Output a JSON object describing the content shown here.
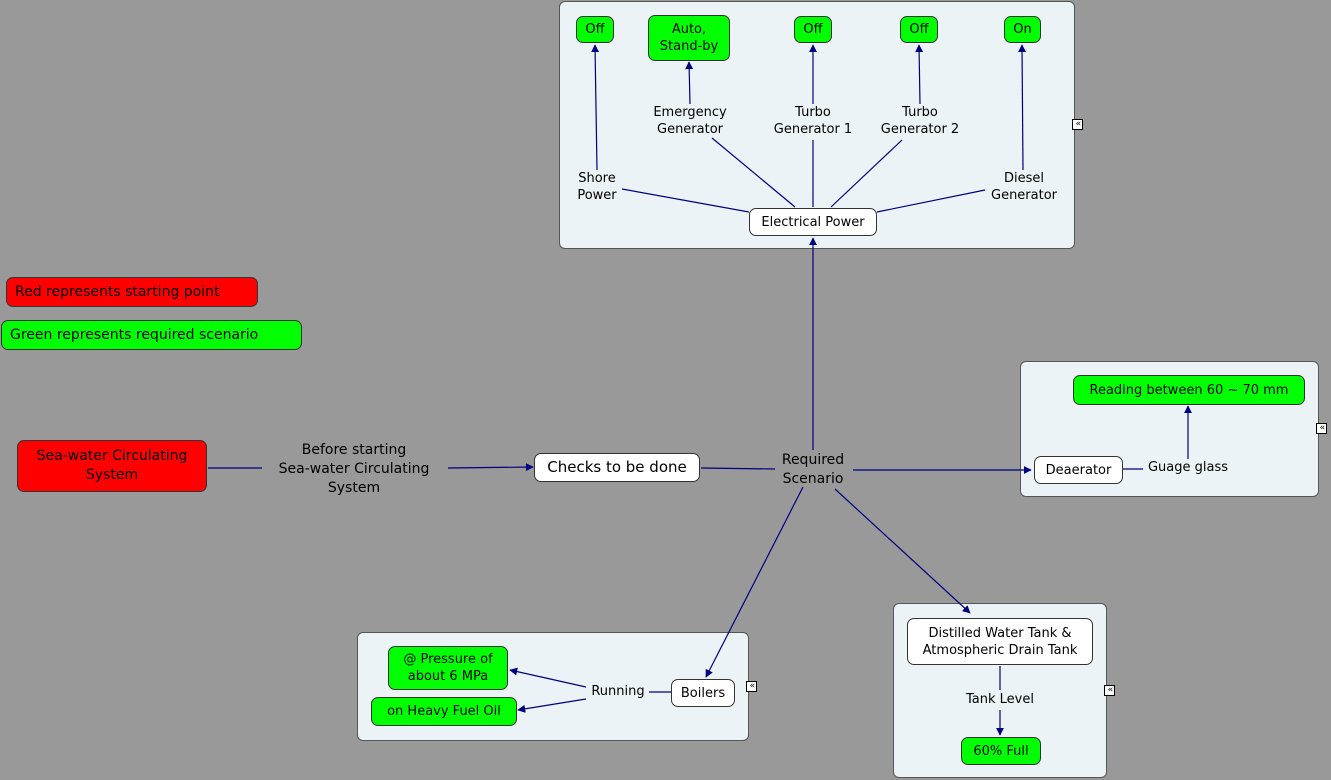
{
  "legend": {
    "red": "Red represents starting point",
    "green": "Green represents required scenario"
  },
  "start_node": "Sea-water Circulating\nSystem",
  "before_starting": "Before starting\nSea-water Circulating\nSystem",
  "checks_node": "Checks to be done",
  "required_scenario": "Required\nScenario",
  "electrical": {
    "root": "Electrical Power",
    "shore_power": "Shore\nPower",
    "emergency_generator": "Emergency\nGenerator",
    "turbo_generator_1": "Turbo\nGenerator 1",
    "turbo_generator_2": "Turbo\nGenerator 2",
    "diesel_generator": "Diesel\nGenerator",
    "shore_state": "Off",
    "emergency_state": "Auto,\nStand-by",
    "turbo1_state": "Off",
    "turbo2_state": "Off",
    "diesel_state": "On"
  },
  "deaerator": {
    "node": "Deaerator",
    "link": "Guage glass",
    "reading": "Reading between 60 ~ 70 mm"
  },
  "boilers": {
    "node": "Boilers",
    "link": "Running",
    "pressure": "@ Pressure of\nabout 6 MPa",
    "fuel": "on Heavy Fuel Oil"
  },
  "tank": {
    "node": "Distilled Water Tank &\nAtmospheric Drain Tank",
    "link": "Tank Level",
    "level": "60% Full"
  },
  "collapse_glyph": "«",
  "colors": {
    "background": "#999999",
    "panel": "#ebf3f6",
    "link": "#000080",
    "green": "#00ff00",
    "red": "#ff0000"
  },
  "icons": [
    "collapse-icon"
  ]
}
